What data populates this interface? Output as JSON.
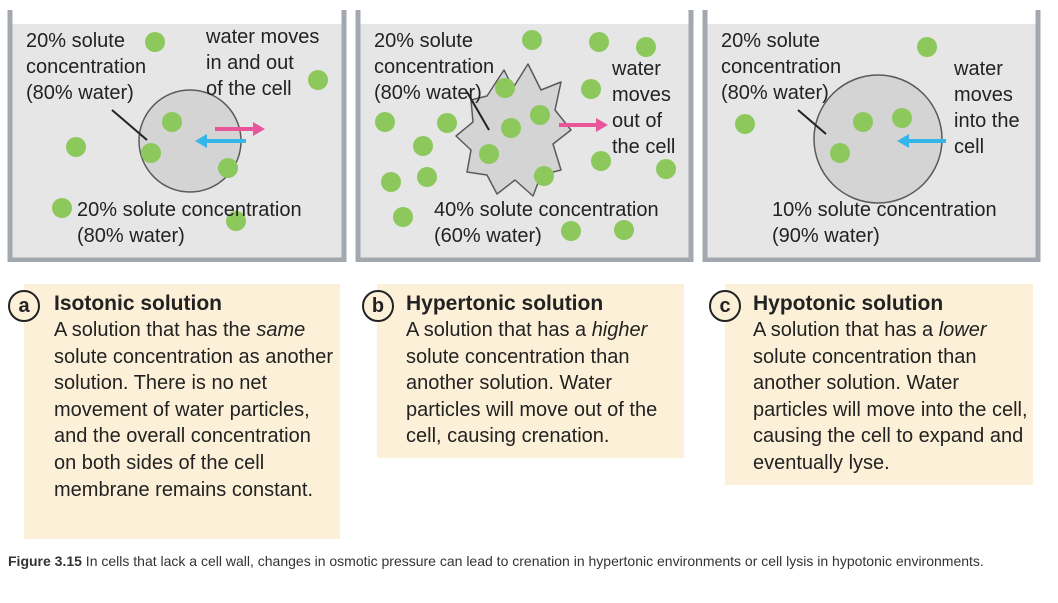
{
  "panels": [
    {
      "outside_label": [
        "20% solute concentration",
        "(80% water)"
      ],
      "cell_label": [
        "20% solute",
        "concentration",
        "(80% water)"
      ],
      "water_label": [
        "water moves",
        "in and out",
        "of the cell"
      ],
      "badge": "a",
      "title": "Isotonic solution",
      "desc_before": "A solution that has the ",
      "desc_emph": "same",
      "desc_after": " solute concentration as another solution. There is no net movement of water particles, and the overall concentration on both sides of the cell membrane remains constant."
    },
    {
      "outside_label": [
        "40% solute concentration",
        "(60% water)"
      ],
      "cell_label": [
        "20% solute",
        "concentration",
        "(80% water)"
      ],
      "water_label": [
        "water",
        "moves",
        "out of",
        "the cell"
      ],
      "badge": "b",
      "title": "Hypertonic solution",
      "desc_before": "A solution that has a ",
      "desc_emph": "higher",
      "desc_after": " solute concentration than another solution. Water particles will move out of the cell, causing crenation."
    },
    {
      "outside_label": [
        "10% solute concentration",
        "(90% water)"
      ],
      "cell_label": [
        "20% solute",
        "concentration",
        "(80% water)"
      ],
      "water_label": [
        "water",
        "moves",
        "into the",
        "cell"
      ],
      "badge": "c",
      "title": "Hypotonic solution",
      "desc_before": "A solution that has a ",
      "desc_emph": "lower",
      "desc_after": " solute concentration than another solution. Water particles will move into the cell, causing the cell to expand and eventually lyse."
    }
  ],
  "caption": {
    "label": "Figure 3.15",
    "text": " In cells that lack a cell wall, changes in osmotic pressure can lead to crenation in hypertonic environments or cell lysis in hypotonic environments."
  },
  "colors": {
    "solution": "#e6e6e6",
    "beaker_wall": "#a3a8ae",
    "cell_fill": "#d4d4d4",
    "cell_stroke": "#5a5a5a",
    "solute": "#8cc85c",
    "arrow_out": "#e8559b",
    "arrow_in": "#35b6e8",
    "card_bg": "#fdf0d8"
  }
}
